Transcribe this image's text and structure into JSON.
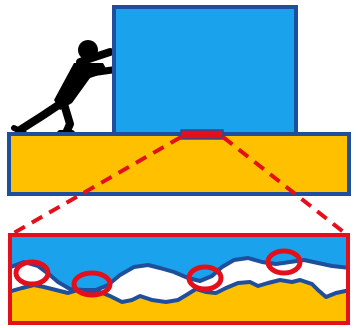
{
  "figure": {
    "subject": "friction-contact-diagram",
    "elements": [
      "person-silhouette",
      "pushed-block",
      "floor-slab",
      "contact-patch",
      "zoom-lines",
      "magnified-interface",
      "asperity-contact-markers"
    ]
  },
  "colors": {
    "block_fill": "#1aa3ec",
    "outline": "#1f4f9c",
    "floor_fill": "#ffc000",
    "highlight": "#e3101b",
    "person": "#000000",
    "background": "#ffffff"
  },
  "contact_markers": {
    "count": 4
  }
}
